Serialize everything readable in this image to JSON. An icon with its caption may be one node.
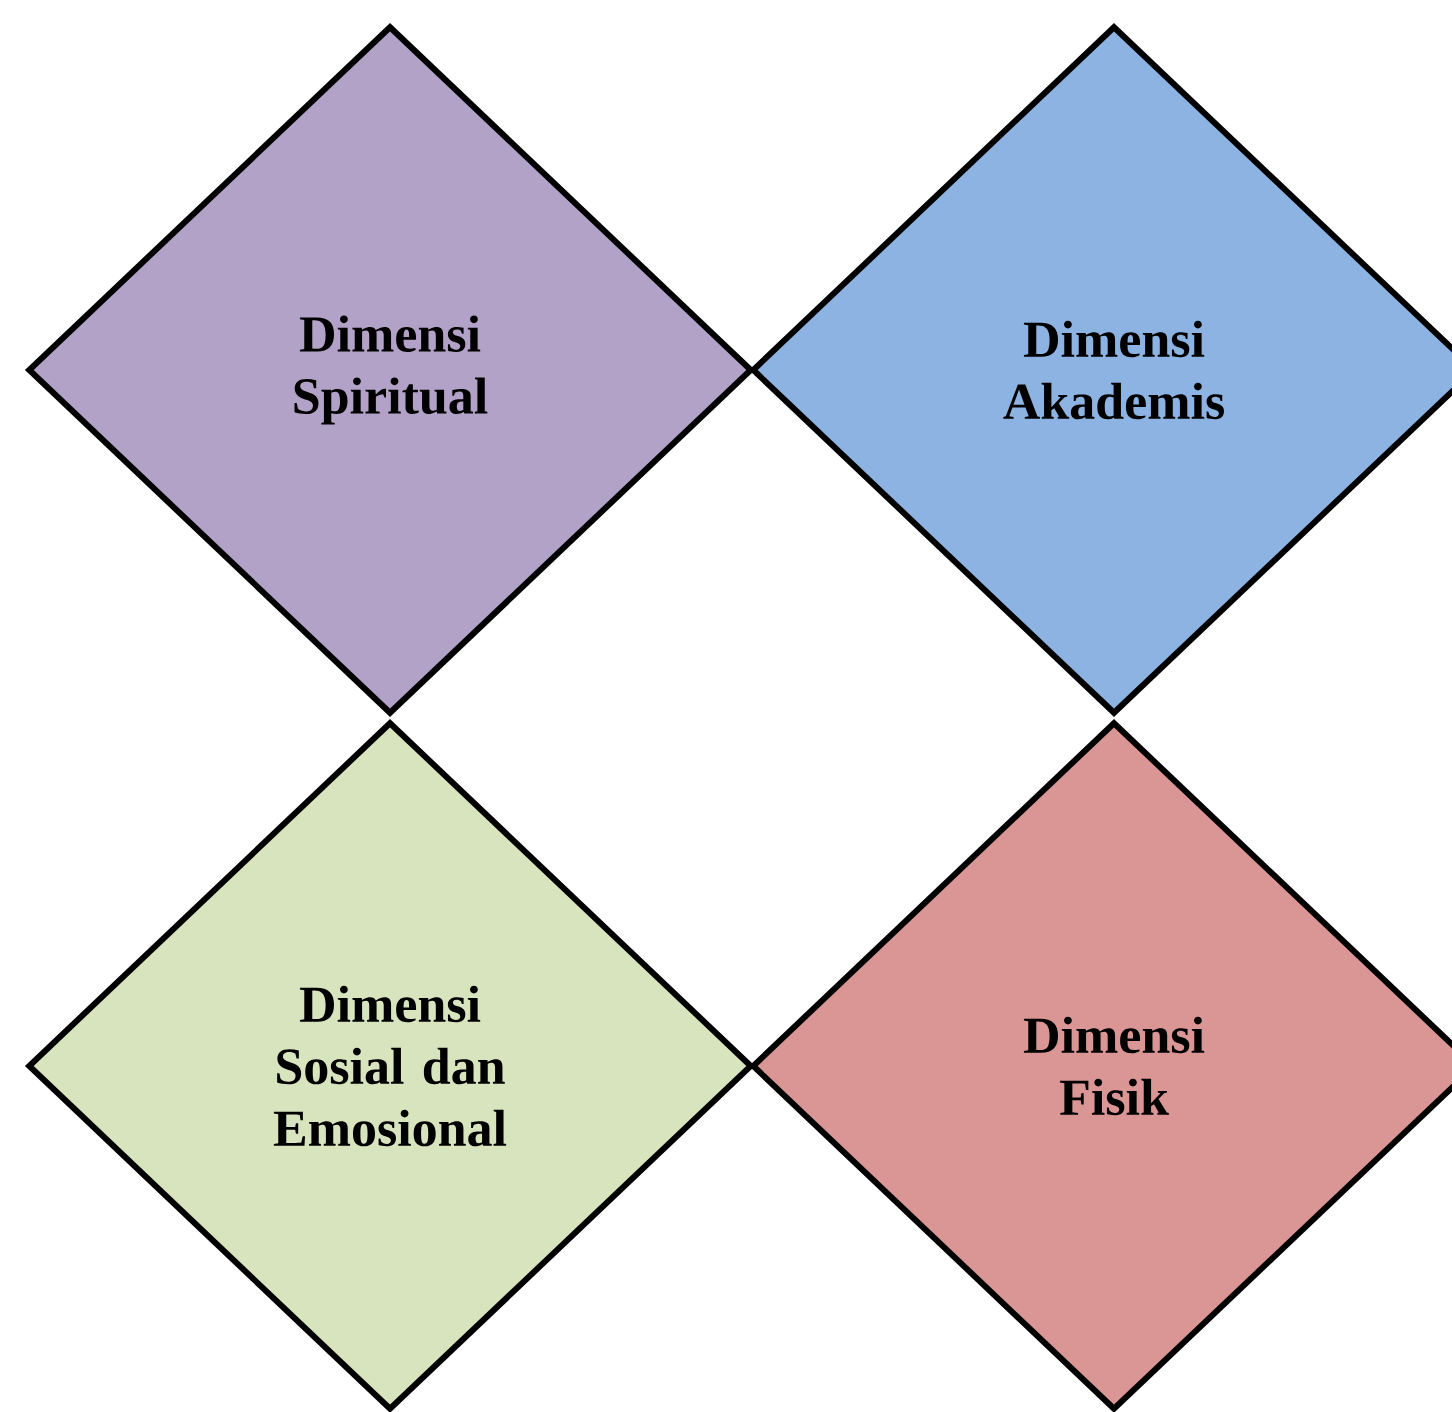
{
  "diagram": {
    "nodes": [
      {
        "text": [
          "Dimensi Spiritual"
        ]
      },
      {
        "text": [
          "Dimensi Akademis"
        ]
      },
      {
        "text": [
          "Dimensi Sosial dan Emosional"
        ]
      },
      {
        "text": [
          "Dimensi Fisik"
        ]
      }
    ]
  }
}
